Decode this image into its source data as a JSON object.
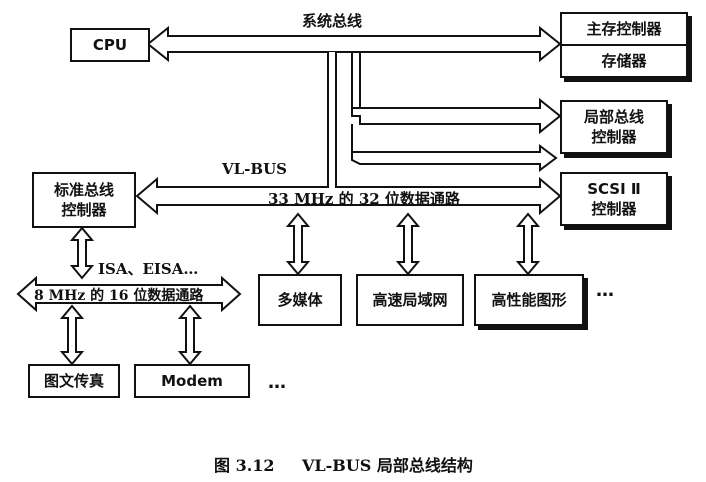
{
  "nodes": {
    "cpu": "CPU",
    "main_mem_ctrl": "主存控制器",
    "memory": "存储器",
    "local_bus_ctrl": "局部总线\n控制器",
    "scsi_ctrl": "SCSI Ⅱ\n控制器",
    "std_bus_ctrl": "标准总线\n控制器",
    "multimedia": "多媒体",
    "hs_lan": "高速局域网",
    "hp_graphics": "高性能图形",
    "fax": "图文传真",
    "modem": "Modem"
  },
  "labels": {
    "system_bus": "系统总线",
    "vl_bus": "VL-BUS",
    "vl_bus_path": "33 MHz 的 32 位数据通路",
    "isa_eisa": "ISA、EISA…",
    "isa_path": "8 MHz 的 16 位数据通路",
    "ellipsis_right": "…",
    "ellipsis_bottom": "…"
  },
  "caption": {
    "number": "图 3.12",
    "title": "VL-BUS 局部总线结构"
  },
  "colors": {
    "ink": "#111111",
    "background": "#ffffff"
  }
}
